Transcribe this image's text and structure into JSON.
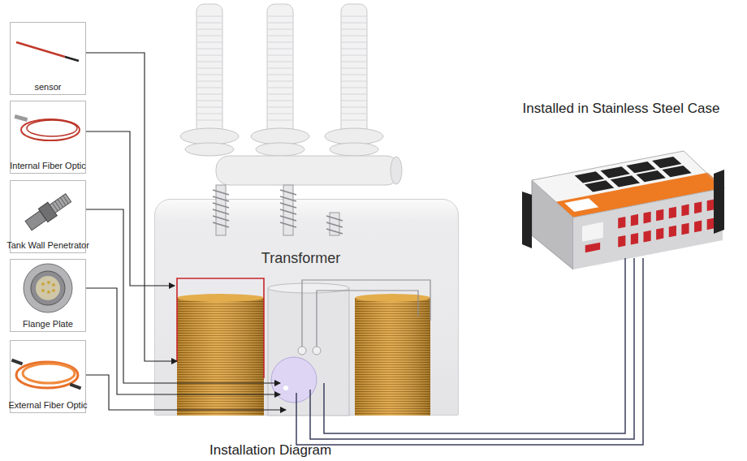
{
  "diagram": {
    "caption": "Installation Diagram",
    "nodes": [
      {
        "text": [
          "sensor"
        ]
      },
      {
        "text": [
          "Internal Fiber Optic"
        ]
      },
      {
        "text": [
          "Tank Wall Penetrator"
        ]
      },
      {
        "text": [
          "Flange Plate"
        ]
      },
      {
        "text": [
          "External Fiber Optic"
        ]
      },
      {
        "text": [
          "Transformer"
        ]
      },
      {
        "text": [
          "Installed in Stainless Steel Case"
        ]
      }
    ],
    "edges": [
      {
        "from": 0,
        "to": 5,
        "arrow": "to"
      },
      {
        "from": 1,
        "to": 5,
        "arrow": "to"
      },
      {
        "from": 2,
        "to": 5,
        "arrow": "to"
      },
      {
        "from": 3,
        "to": 5,
        "arrow": "to"
      },
      {
        "from": 4,
        "to": 5,
        "arrow": "to"
      },
      {
        "from": 5,
        "to": 6,
        "arrow": "none"
      },
      {
        "from": 5,
        "to": 6,
        "arrow": "none"
      },
      {
        "from": 5,
        "to": 6,
        "arrow": "none"
      }
    ]
  }
}
